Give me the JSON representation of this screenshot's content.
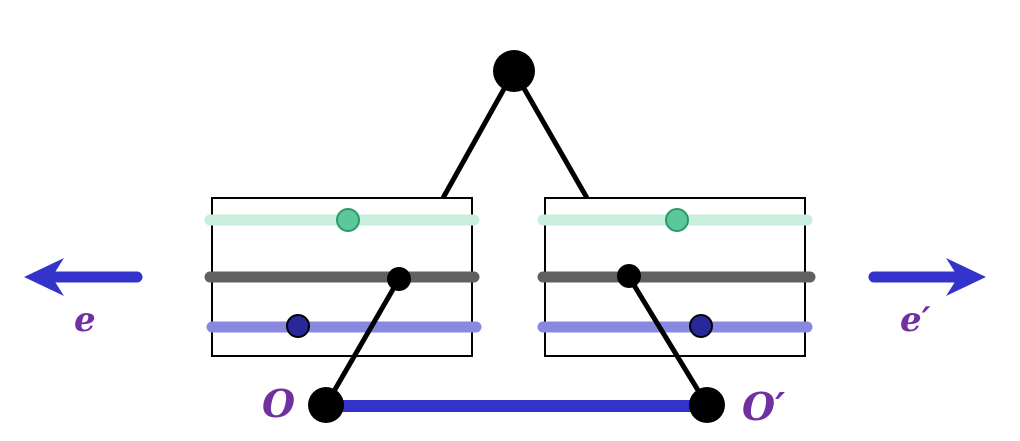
{
  "labels": {
    "left_arrow": "e",
    "right_arrow": "e′",
    "bottom_left_node": "O",
    "bottom_right_node": "O′"
  },
  "colors": {
    "arrow_blue": "#3333cc",
    "label_purple": "#7030a0",
    "line_light_green": "#c8eedd",
    "line_gray": "#606060",
    "line_lavender": "#8888e0",
    "dot_green": "#5cc79a",
    "dot_navy": "#28289a",
    "edge_black": "#000000"
  }
}
